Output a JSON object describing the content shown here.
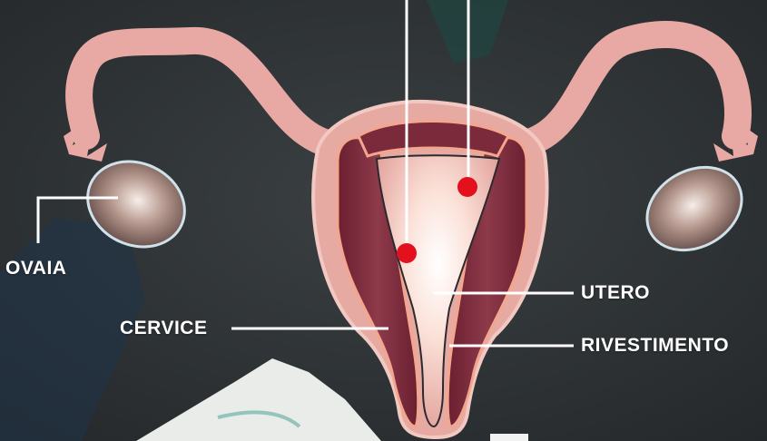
{
  "labels": {
    "ovary": "OVAIA",
    "cervix": "CERVICE",
    "uterus": "UTERO",
    "lining": "RIVESTIMENTO"
  },
  "colors": {
    "background": "#2f3335",
    "tube": "#e8a9a4",
    "uterus_outer": "#e7aaa3",
    "muscle": "#7a2a3a",
    "cavity_light": "#fff3ec",
    "ovary": "#b79a90",
    "marker": "#e3111e",
    "leader_line": "#ffffff"
  }
}
